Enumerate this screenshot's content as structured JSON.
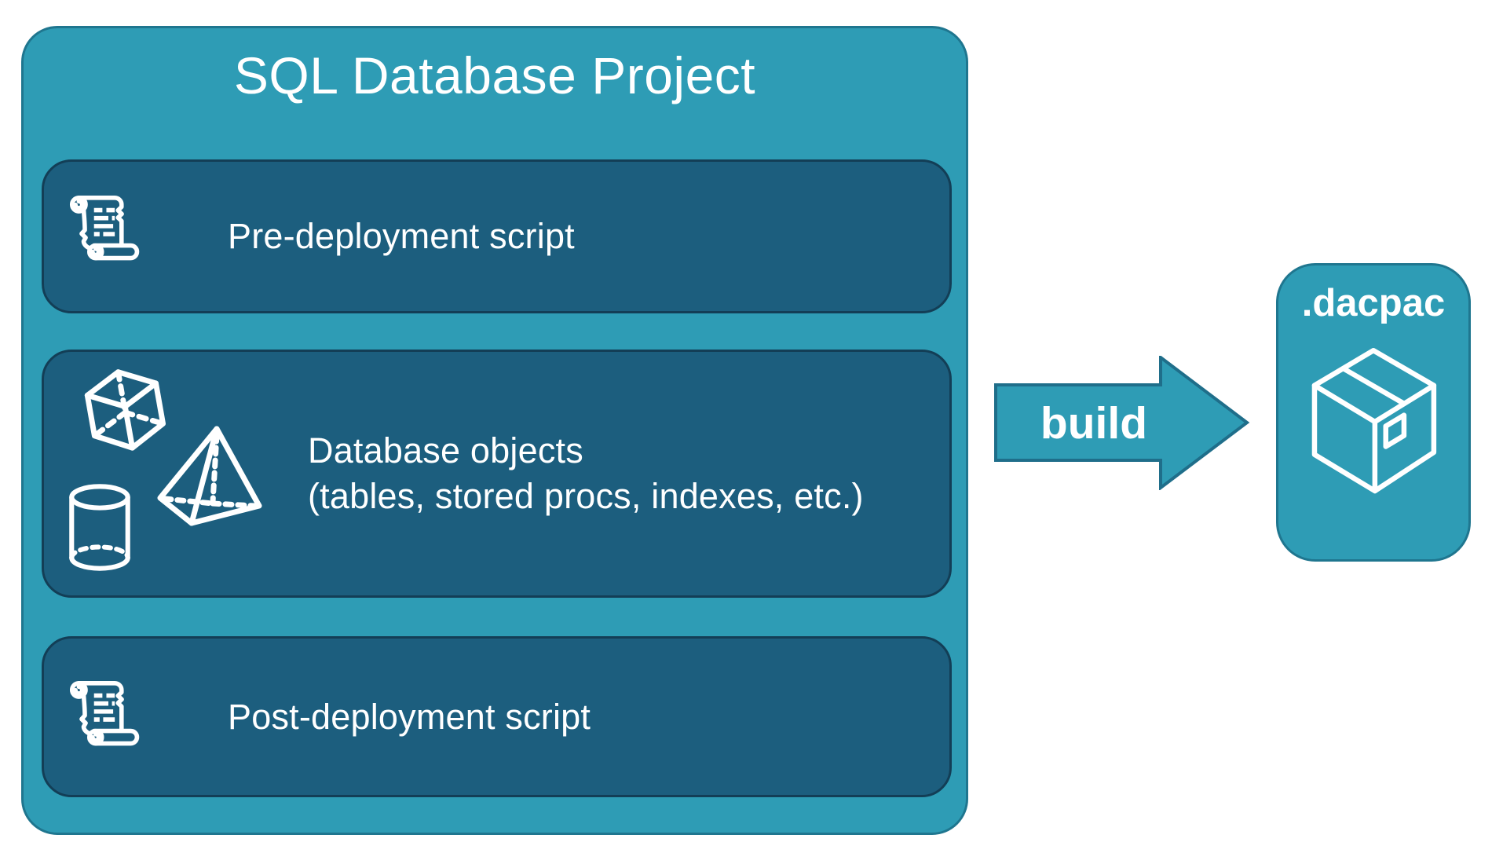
{
  "title": "SQL Database Project",
  "panels": [
    {
      "icon": "scroll-icon",
      "label": "Pre-deployment script"
    },
    {
      "icons": [
        "cube-icon",
        "pyramid-icon",
        "cylinder-icon"
      ],
      "line1": "Database objects",
      "line2": "(tables, stored procs, indexes, etc.)"
    },
    {
      "icon": "scroll-icon",
      "label": "Post-deployment script"
    }
  ],
  "arrow": {
    "label": "build"
  },
  "artifact": {
    "icon": "package-icon",
    "label": ".dacpac"
  },
  "colors": {
    "canvas": "#ffffff",
    "teal": "#2E9CB5",
    "teal_border": "#1F768F",
    "panel": "#1C5E7E",
    "panel_border": "#133E56",
    "arrow_border": "#1F6E8A",
    "text": "#ffffff"
  }
}
